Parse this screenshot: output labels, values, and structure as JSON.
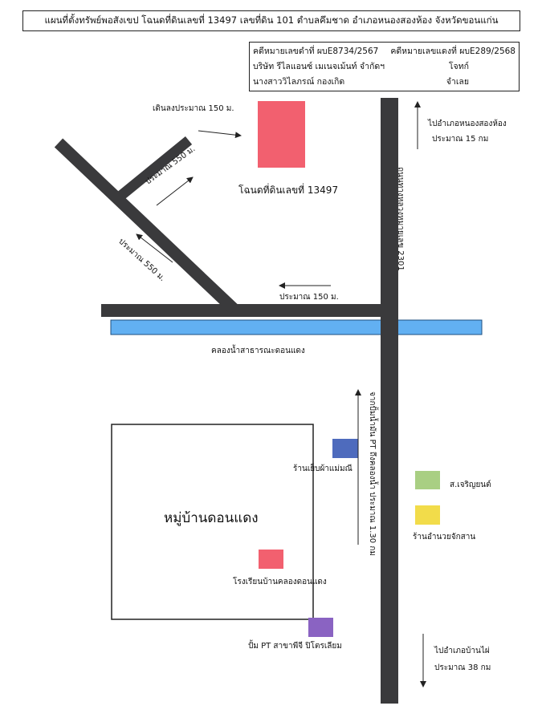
{
  "title": "แผนที่ตั้งทรัพย์พอสังเขป โฉนดที่ดินเลขที่ 13497 เลขที่ดิน 101 ตำบลคึมชาด อำเภอหนองสองห้อง จังหวัดขอนแก่น",
  "case_info": {
    "row1_left": "คดีหมายเลขดำที่ ผบE8734/2567",
    "row1_right": "คดีหมายเลขแดงที่ ผบE289/2568",
    "row2_left": "บริษัท รีไลแอนซ์ เมเนจเม้นท์ จำกัดฯ",
    "row2_right": "โจทก์",
    "row3_left": "นางสาววิไลภรณ์ กองเกิด",
    "row3_right": "จำเลย"
  },
  "labels": {
    "walk_150": "เดินลงประมาณ 150 ม.",
    "parcel": "โฉนดที่ดินเลขที่ 13497",
    "dist_550_a": "ประมาณ 550 ม.",
    "dist_550_b": "ประมาณ 550 ม.",
    "dist_150": "ประมาณ 150 ม.",
    "road_name": "ถนนทางหลวงหมายเลข 2301",
    "to_north": "ไปอำเภอหนองสองห้อง",
    "to_north_dist": "ประมาณ 15 กม",
    "canal": "คลองน้ำสาธารณะดอนแดง",
    "pump_dist": "จากปั้มน้ำมัน PT ถึงคลองน้ำ ประมาณ 1.30 กม",
    "village": "หมู่บ้านดอนแดง",
    "tailor": "ร้านเย็บผ้าแม่มณี",
    "charoenyon": "ส.เจริญยนต์",
    "tractor": "ร้านอำนวยจักสาน",
    "school": "โรงเรียนบ้านคลองดอนแดง",
    "pt_station": "ปั้ม PT สาขาพีจี ปิโตรเลียม",
    "to_south": "ไปอำเภอบ้านไผ่",
    "to_south_dist": "ประมาณ 38 กม"
  },
  "colors": {
    "road": "#3a3a3c",
    "canal": "#62b0f2",
    "parcel": "#f2606f",
    "tailor": "#4e6bbd",
    "charoenyon": "#a9cf83",
    "tractor": "#f2dc4a",
    "school": "#f2606f",
    "pt_station": "#8a63c2"
  },
  "icons": {
    "arrow": "arrow-icon"
  }
}
